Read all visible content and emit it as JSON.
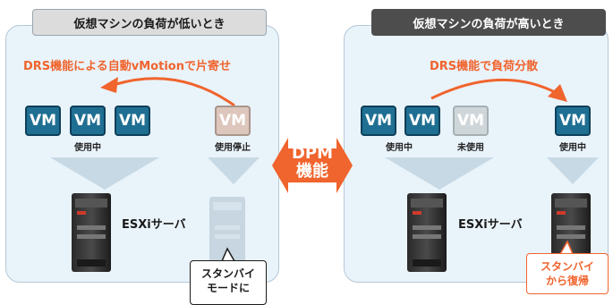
{
  "left_panel": {
    "title": "仮想マシンの負荷が低いとき",
    "subtitle": "DRS機能による自動vMotionで片寄せ",
    "vms_active": [
      "VM",
      "VM",
      "VM"
    ],
    "vm_stopped": "VM",
    "label_active": "使用中",
    "label_stopped": "使用停止",
    "server_label": "ESXiサーバ",
    "callout_lines": [
      "スタンバイ",
      "モードに"
    ]
  },
  "center": {
    "dpm_lines": [
      "DPM",
      "機能"
    ]
  },
  "right_panel": {
    "title": "仮想マシンの負荷が高いとき",
    "subtitle": "DRS機能で負荷分散",
    "vms_active": [
      "VM",
      "VM"
    ],
    "vm_unused": "VM",
    "vm_moved": "VM",
    "label_active": "使用中",
    "label_unused": "未使用",
    "label_moved": "使用中",
    "server_label": "ESXiサーバ",
    "callout_lines": [
      "スタンバイ",
      "から復帰"
    ]
  },
  "colors": {
    "accent": "#f0642d",
    "vm_active": "#1f6f92",
    "vm_stopped": "#ddc6bc",
    "panel_bg": "#e9f3fa",
    "funnel": "#c7d9e5"
  }
}
